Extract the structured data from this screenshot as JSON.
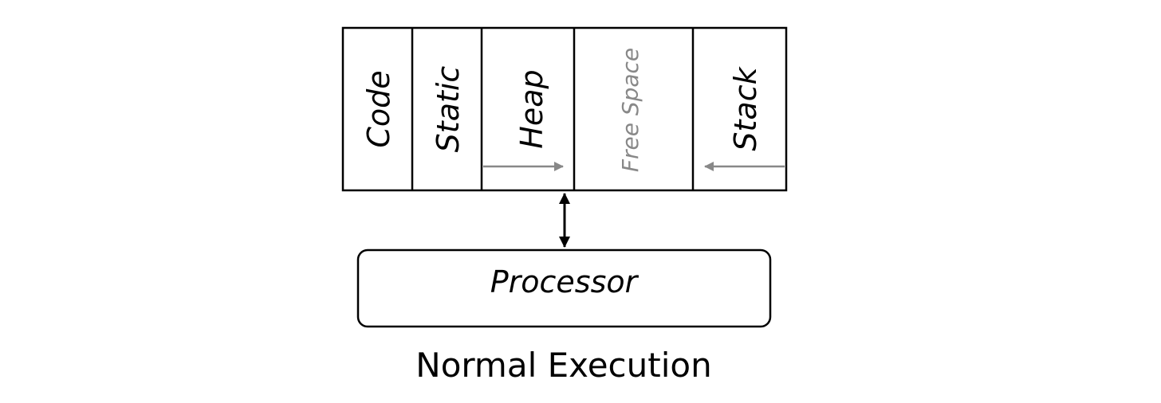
{
  "memory": {
    "segments": [
      {
        "label": "Code"
      },
      {
        "label": "Static"
      },
      {
        "label": "Heap"
      },
      {
        "label": "Free Space"
      },
      {
        "label": "Stack"
      }
    ]
  },
  "processor": {
    "label": "Processor"
  },
  "caption": "Normal Execution",
  "colors": {
    "outline": "#000000",
    "text": "#000000",
    "muted": "#888888"
  }
}
